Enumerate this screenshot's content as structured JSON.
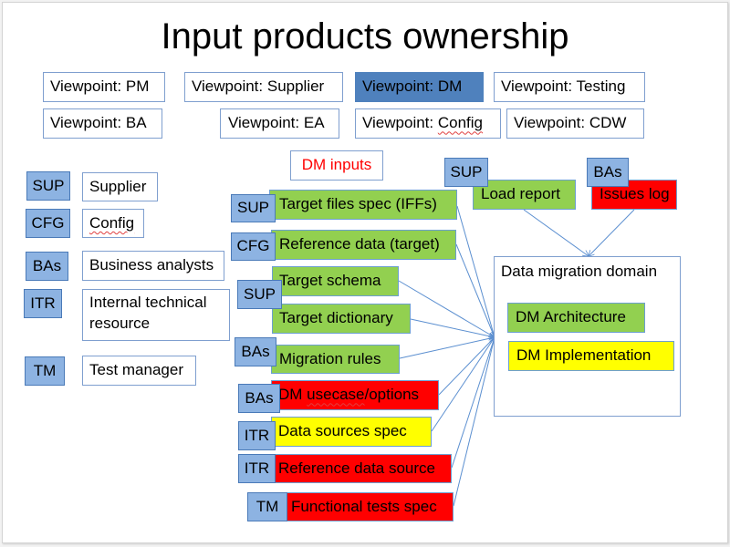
{
  "title": "Input products ownership",
  "viewpoints": [
    {
      "label": "Viewpoint: PM",
      "selected": false
    },
    {
      "label": "Viewpoint: Supplier",
      "selected": false
    },
    {
      "label": "Viewpoint: DM",
      "selected": true
    },
    {
      "label": "Viewpoint: Testing",
      "selected": false
    },
    {
      "label": "Viewpoint: BA",
      "selected": false
    },
    {
      "label": "Viewpoint: EA",
      "selected": false
    },
    {
      "label": "Viewpoint: Config",
      "selected": false
    },
    {
      "label": "Viewpoint: CDW",
      "selected": false
    }
  ],
  "legend": [
    {
      "code": "SUP",
      "name": "Supplier"
    },
    {
      "code": "CFG",
      "name": "Config"
    },
    {
      "code": "BAs",
      "name": "Business analysts"
    },
    {
      "code": "ITR",
      "name": "Internal technical resource"
    },
    {
      "code": "TM",
      "name": "Test manager"
    }
  ],
  "dm_inputs_label": "DM inputs",
  "inputs": [
    {
      "owner": "SUP",
      "label": "Target files spec (IFFs)",
      "status": "green"
    },
    {
      "owner": "CFG",
      "label": "Reference data (target)",
      "status": "green"
    },
    {
      "owner": "SUP",
      "label": "Target schema",
      "status": "green"
    },
    {
      "owner": "SUP",
      "label": "Target dictionary",
      "status": "green"
    },
    {
      "owner": "BAs",
      "label": "Migration rules",
      "status": "green"
    },
    {
      "owner": "BAs",
      "label": "DM usecase/options",
      "status": "red"
    },
    {
      "owner": "ITR",
      "label": "Data sources spec",
      "status": "yellow"
    },
    {
      "owner": "ITR",
      "label": "Reference data source",
      "status": "red"
    },
    {
      "owner": "TM",
      "label": "Functional tests spec",
      "status": "red"
    }
  ],
  "feedback_inputs": [
    {
      "owner": "SUP",
      "label": "Load report",
      "status": "green"
    },
    {
      "owner": "BAs",
      "label": "Issues log",
      "status": "red"
    }
  ],
  "domain": {
    "title": "Data migration domain",
    "items": [
      {
        "label": "DM Architecture",
        "status": "green"
      },
      {
        "label": "DM Implementation",
        "status": "yellow"
      }
    ]
  },
  "colors": {
    "green": "#92d050",
    "red": "#ff0000",
    "yellow": "#ffff00",
    "owner_tag": "#8db3e2",
    "selected_viewpoint": "#4f81bd",
    "connector": "#5b8fd0"
  }
}
